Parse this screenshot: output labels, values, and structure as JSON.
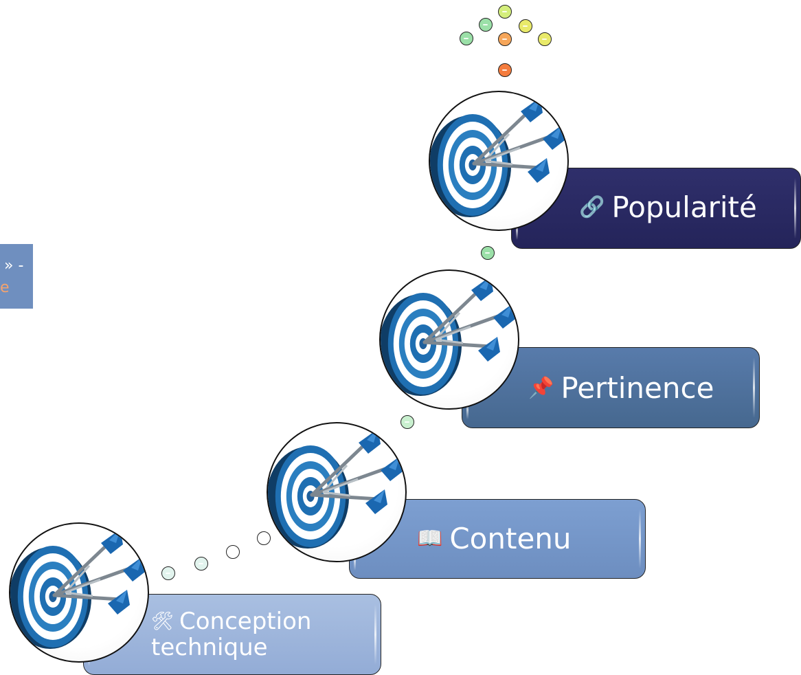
{
  "steps": [
    {
      "id": "popularite",
      "icon": "🔗",
      "icon_name": "link-icon",
      "label": "Popularité",
      "color": "#2a2a60"
    },
    {
      "id": "pertinence",
      "icon": "📌",
      "icon_name": "pushpin-icon",
      "label": "Pertinence",
      "color": "#4f6f9c"
    },
    {
      "id": "contenu",
      "icon": "📖",
      "icon_name": "open-book-icon",
      "label": "Contenu",
      "color": "#7596c8"
    },
    {
      "id": "conception",
      "icon": "🛠",
      "icon_name": "tools-icon",
      "label_line1": "Conception",
      "label_line2": "technique",
      "color": "#9fb6dc"
    }
  ],
  "side_fragment": {
    "line1": "» -",
    "line2": "e"
  },
  "dot_colors": {
    "green": "#9be0a8",
    "light_green": "#c9f0cf",
    "yellow": "#e9ea6a",
    "yellow_green": "#d4ee7c",
    "orange": "#f6a65a",
    "red_orange": "#f47c3e",
    "pale": "#e2f4ee",
    "white": "#ffffff"
  },
  "target_icon": "bullseye-with-darts-icon"
}
